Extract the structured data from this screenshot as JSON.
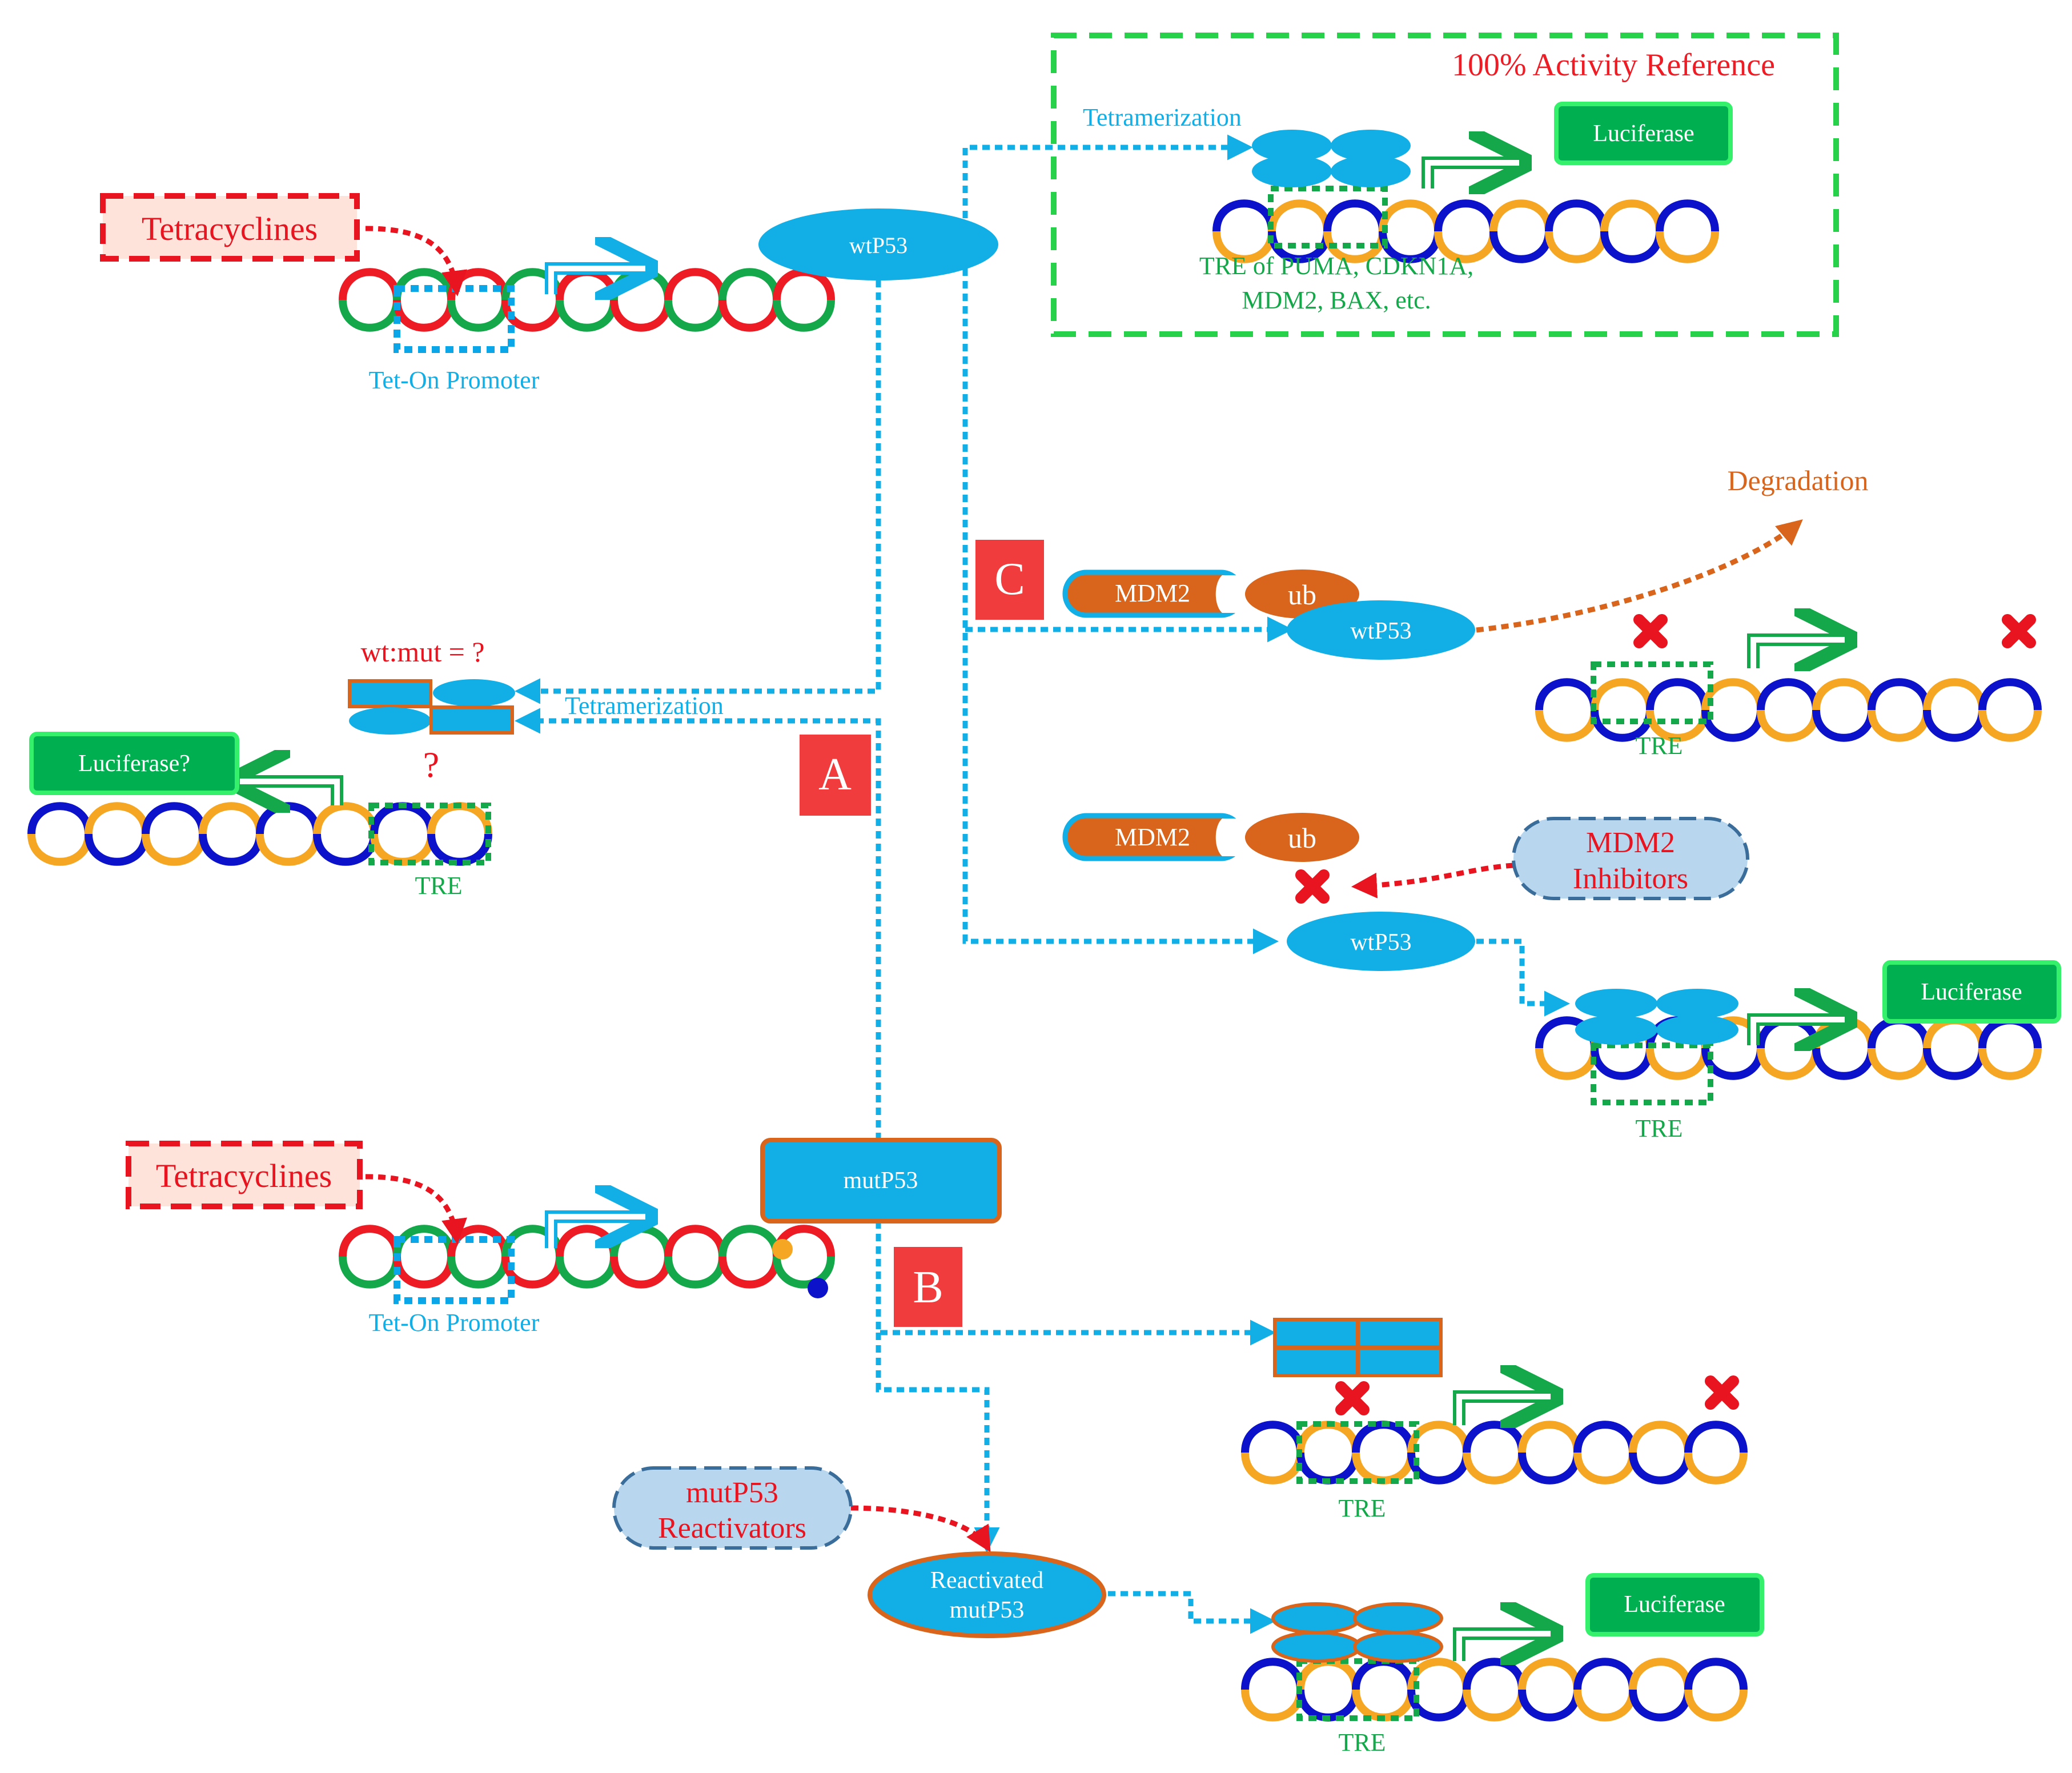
{
  "colors": {
    "cyan": "#12aee6",
    "dot_blue": "#0aa6e8",
    "red_label": "#ee1c25",
    "green_box": "#00b050",
    "green_border": "#27e85a",
    "orange": "#d8651b",
    "strand_red": "#ed1c24",
    "strand_green": "#14a84a",
    "strand_blue": "#0b12c9",
    "strand_orange": "#f5a623",
    "box_red": "#f03c3c",
    "pill_blue": "#b8d7ee",
    "tetra_pink": "#fde3da"
  },
  "labels": {
    "activity_reference": "100% Activity Reference",
    "tetracyclines_top": "Tetracyclines",
    "tetracyclines_bottom": "Tetracyclines",
    "tet_on_top": "Tet-On Promoter",
    "tet_on_bottom": "Tet-On Promoter",
    "wtp53_top": "wtP53",
    "wtp53_c1": "wtP53",
    "wtp53_c2": "wtP53",
    "mutp53": "mutP53",
    "tetramerization_top": "Tetramerization",
    "tetramerization_left": "Tetramerization",
    "tre_ref_line1": "TRE of PUMA, CDKN1A,",
    "tre_ref_line2": "MDM2, BAX, etc.",
    "luciferase_ref": "Luciferase",
    "luciferase_c2": "Luciferase",
    "luciferase_b2": "Luciferase",
    "luciferase_q": "Luciferase?",
    "degradation": "Degradation",
    "mdm2_c1": "MDM2",
    "mdm2_c2": "MDM2",
    "ub_c1": "ub",
    "ub_c2": "ub",
    "mdm2_inhibitors_l1": "MDM2",
    "mdm2_inhibitors_l2": "Inhibitors",
    "mutp53_reactivators_l1": "mutP53",
    "mutp53_reactivators_l2": "Reactivators",
    "reactivated_l1": "Reactivated",
    "reactivated_l2": "mutP53",
    "wt_mut_ratio": "wt:mut = ?",
    "question_mark": "?",
    "tre_a": "TRE",
    "tre_c1": "TRE",
    "tre_c2": "TRE",
    "tre_b1": "TRE",
    "tre_b2": "TRE",
    "letter_a": "A",
    "letter_b": "B",
    "letter_c": "C"
  }
}
